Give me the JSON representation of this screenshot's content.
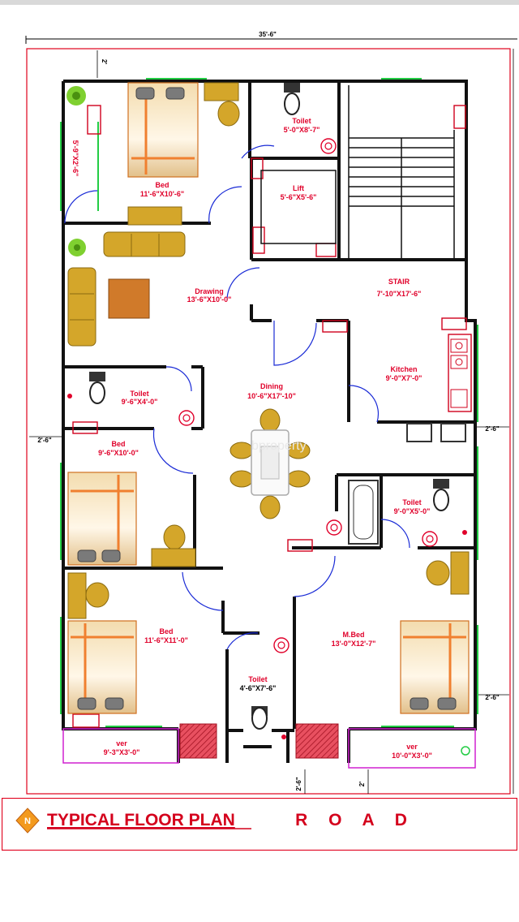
{
  "plan": {
    "overall_width_dim": "35'-6\"",
    "right_side_dim": "",
    "top_setback": "2'",
    "left_setback": "2'-6\"",
    "right_setback_mid": "2'-6\"",
    "right_setback_low": "2'-6\"",
    "bottom_setback_left": "2'-6\"",
    "bottom_setback_right": "2'",
    "left_wall_dim": "5'-9\"X2'-6\"",
    "watermark": "bproperty"
  },
  "rooms": {
    "bed1": {
      "name": "Bed",
      "size": "11'-6\"X10'-6\""
    },
    "toilet1": {
      "name": "Toilet",
      "size": "5'-0\"X8'-7\""
    },
    "lift": {
      "name": "Lift",
      "size": "5'-6\"X5'-6\""
    },
    "stair": {
      "name": "STAIR",
      "size": "7'-10\"X17'-6\""
    },
    "drawing": {
      "name": "Drawing",
      "size": "13'-6\"X10'-0\""
    },
    "kitchen": {
      "name": "Kitchen",
      "size": "9'-0\"X7'-0\""
    },
    "dining": {
      "name": "Dining",
      "size": "10'-6\"X17'-10\""
    },
    "toilet2": {
      "name": "Toilet",
      "size": "9'-6\"X4'-0\""
    },
    "bed2": {
      "name": "Bed",
      "size": "9'-6\"X10'-0\""
    },
    "toilet3": {
      "name": "Toilet",
      "size": "9'-0\"X5'-0\""
    },
    "bed3": {
      "name": "Bed",
      "size": "11'-6\"X11'-0\""
    },
    "mbed": {
      "name": "M.Bed",
      "size": "13'-0\"X12'-7\""
    },
    "toilet4": {
      "name": "Toilet",
      "size": "4'-6\"X7'-6\""
    },
    "ver1": {
      "name": "ver",
      "size": "9'-3\"X3'-0\""
    },
    "ver2": {
      "name": "ver",
      "size": "10'-0\"X3'-0\""
    }
  },
  "title_bar": {
    "logo_letter": "N",
    "title": "TYPICAL FLOOR PLAN",
    "road_label": "R O A D"
  },
  "colors": {
    "label_red": "#e0002a",
    "title_red": "#d4001c",
    "glass_green": "#22cc44",
    "door_blue": "#1a2bd6",
    "bed_orange": "#f08030",
    "furniture_yellow": "#d4a62a"
  }
}
